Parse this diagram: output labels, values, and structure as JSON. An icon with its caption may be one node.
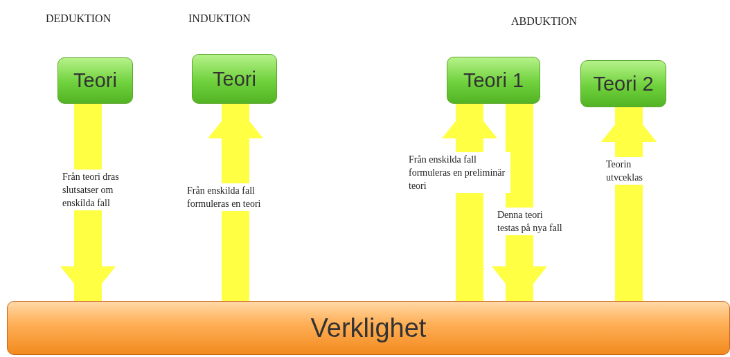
{
  "diagram": {
    "nodes": [
      {
        "text": [
          "Teori"
        ]
      },
      {
        "text": [
          "Teori"
        ]
      },
      {
        "text": [
          "Teori 1"
        ]
      },
      {
        "text": [
          "Teori 2"
        ]
      },
      {
        "text": [
          "Verklighet"
        ]
      }
    ],
    "edges": [
      {
        "from": 0,
        "to": 4,
        "arrow": "to",
        "label": "Från teori dras slutsatser om enskilda fall"
      },
      {
        "from": 4,
        "to": 1,
        "arrow": "to",
        "label": "Från enskilda fall formuleras en teori"
      },
      {
        "from": 4,
        "to": 2,
        "arrow": "to",
        "label": "Från enskilda fall formuleras en preliminär teori"
      },
      {
        "from": 2,
        "to": 4,
        "arrow": "to",
        "label": "Denna teori testas på nya fall"
      },
      {
        "from": 4,
        "to": 3,
        "arrow": "to",
        "label": "Teorin utvceklas"
      }
    ],
    "labels": [
      "DEDUKTION",
      "INDUKTION",
      "ABDUKTION"
    ]
  }
}
